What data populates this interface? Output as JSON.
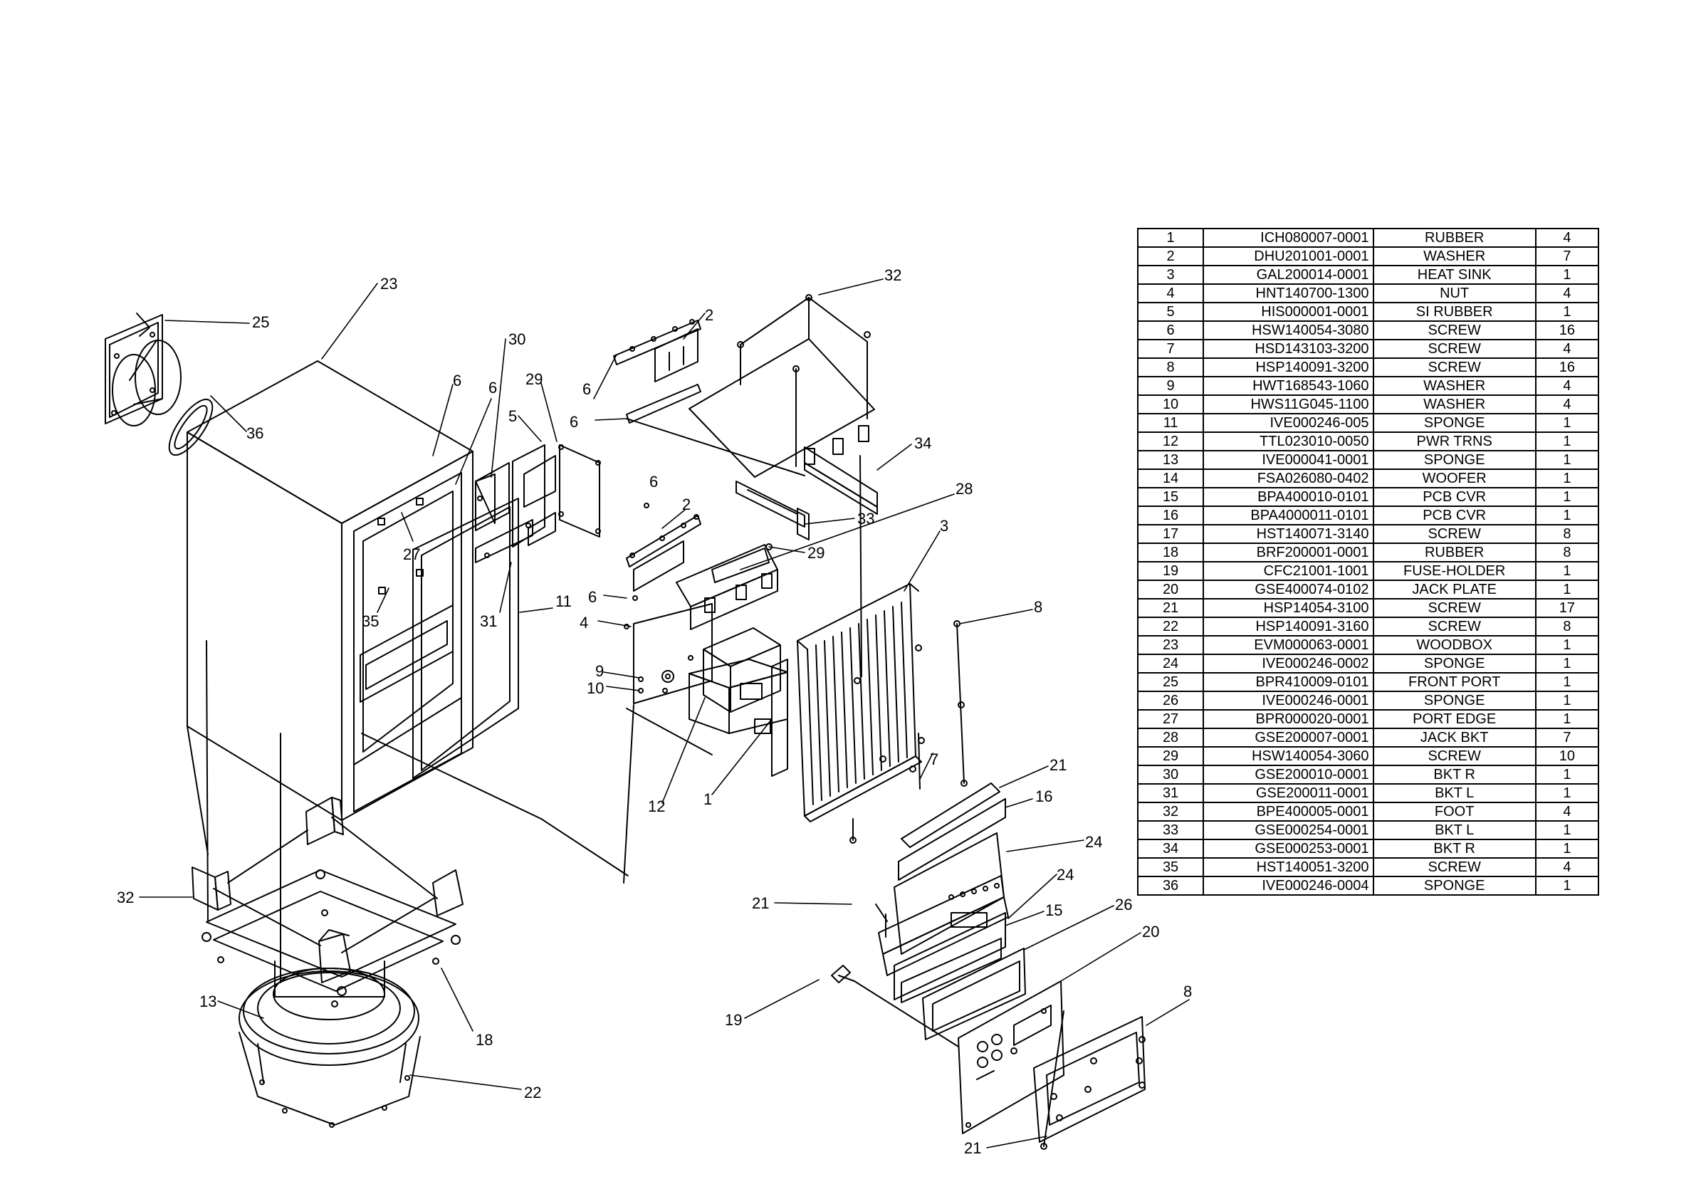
{
  "callouts": [
    {
      "id": "c23",
      "label": "23"
    },
    {
      "id": "c25",
      "label": "25"
    },
    {
      "id": "c36",
      "label": "36"
    },
    {
      "id": "c30",
      "label": "30"
    },
    {
      "id": "c6a",
      "label": "6"
    },
    {
      "id": "c6b",
      "label": "6"
    },
    {
      "id": "c29a",
      "label": "29"
    },
    {
      "id": "c5",
      "label": "5"
    },
    {
      "id": "c6c",
      "label": "6"
    },
    {
      "id": "c2a",
      "label": "2"
    },
    {
      "id": "c6d",
      "label": "6"
    },
    {
      "id": "c32a",
      "label": "32"
    },
    {
      "id": "c34",
      "label": "34"
    },
    {
      "id": "c6e",
      "label": "6"
    },
    {
      "id": "c2b",
      "label": "2"
    },
    {
      "id": "c33",
      "label": "33"
    },
    {
      "id": "c28",
      "label": "28"
    },
    {
      "id": "c29b",
      "label": "29"
    },
    {
      "id": "c3",
      "label": "3"
    },
    {
      "id": "c27",
      "label": "27"
    },
    {
      "id": "c35",
      "label": "35"
    },
    {
      "id": "c31",
      "label": "31"
    },
    {
      "id": "c11",
      "label": "11"
    },
    {
      "id": "c6f",
      "label": "6"
    },
    {
      "id": "c4",
      "label": "4"
    },
    {
      "id": "c9",
      "label": "9"
    },
    {
      "id": "c10",
      "label": "10"
    },
    {
      "id": "c8a",
      "label": "8"
    },
    {
      "id": "c7",
      "label": "7"
    },
    {
      "id": "c12",
      "label": "12"
    },
    {
      "id": "c1",
      "label": "1"
    },
    {
      "id": "c21a",
      "label": "21"
    },
    {
      "id": "c16",
      "label": "16"
    },
    {
      "id": "c24a",
      "label": "24"
    },
    {
      "id": "c24b",
      "label": "24"
    },
    {
      "id": "c21b",
      "label": "21"
    },
    {
      "id": "c15",
      "label": "15"
    },
    {
      "id": "c26",
      "label": "26"
    },
    {
      "id": "c20",
      "label": "20"
    },
    {
      "id": "c19",
      "label": "19"
    },
    {
      "id": "c8b",
      "label": "8"
    },
    {
      "id": "c21c",
      "label": "21"
    },
    {
      "id": "c32b",
      "label": "32"
    },
    {
      "id": "c13",
      "label": "13"
    },
    {
      "id": "c18",
      "label": "18"
    },
    {
      "id": "c22",
      "label": "22"
    }
  ],
  "bom": [
    {
      "no": "1",
      "part": "ICH080007-0001",
      "desc": "RUBBER",
      "qty": "4"
    },
    {
      "no": "2",
      "part": "DHU201001-0001",
      "desc": "WASHER",
      "qty": "7"
    },
    {
      "no": "3",
      "part": "GAL200014-0001",
      "desc": "HEAT SINK",
      "qty": "1"
    },
    {
      "no": "4",
      "part": "HNT140700-1300",
      "desc": "NUT",
      "qty": "4"
    },
    {
      "no": "5",
      "part": "HIS000001-0001",
      "desc": "SI RUBBER",
      "qty": "1"
    },
    {
      "no": "6",
      "part": "HSW140054-3080",
      "desc": "SCREW",
      "qty": "16"
    },
    {
      "no": "7",
      "part": "HSD143103-3200",
      "desc": "SCREW",
      "qty": "4"
    },
    {
      "no": "8",
      "part": "HSP140091-3200",
      "desc": "SCREW",
      "qty": "16"
    },
    {
      "no": "9",
      "part": "HWT168543-1060",
      "desc": "WASHER",
      "qty": "4"
    },
    {
      "no": "10",
      "part": "HWS11G045-1100",
      "desc": "WASHER",
      "qty": "4"
    },
    {
      "no": "11",
      "part": "IVE000246-005",
      "desc": "SPONGE",
      "qty": "1"
    },
    {
      "no": "12",
      "part": "TTL023010-0050",
      "desc": "PWR TRNS",
      "qty": "1"
    },
    {
      "no": "13",
      "part": "IVE000041-0001",
      "desc": "SPONGE",
      "qty": "1"
    },
    {
      "no": "14",
      "part": "FSA026080-0402",
      "desc": "WOOFER",
      "qty": "1"
    },
    {
      "no": "15",
      "part": "BPA400010-0101",
      "desc": "PCB CVR",
      "qty": "1"
    },
    {
      "no": "16",
      "part": "BPA4000011-0101",
      "desc": "PCB CVR",
      "qty": "1"
    },
    {
      "no": "17",
      "part": "HST140071-3140",
      "desc": "SCREW",
      "qty": "8"
    },
    {
      "no": "18",
      "part": "BRF200001-0001",
      "desc": "RUBBER",
      "qty": "8"
    },
    {
      "no": "19",
      "part": "CFC21001-1001",
      "desc": "FUSE-HOLDER",
      "qty": "1"
    },
    {
      "no": "20",
      "part": "GSE400074-0102",
      "desc": "JACK PLATE",
      "qty": "1"
    },
    {
      "no": "21",
      "part": "HSP14054-3100",
      "desc": "SCREW",
      "qty": "17"
    },
    {
      "no": "22",
      "part": "HSP140091-3160",
      "desc": "SCREW",
      "qty": "8"
    },
    {
      "no": "23",
      "part": "EVM000063-0001",
      "desc": "WOODBOX",
      "qty": "1"
    },
    {
      "no": "24",
      "part": "IVE000246-0002",
      "desc": "SPONGE",
      "qty": "1"
    },
    {
      "no": "25",
      "part": "BPR410009-0101",
      "desc": "FRONT PORT",
      "qty": "1"
    },
    {
      "no": "26",
      "part": "IVE000246-0001",
      "desc": "SPONGE",
      "qty": "1"
    },
    {
      "no": "27",
      "part": "BPR000020-0001",
      "desc": "PORT EDGE",
      "qty": "1"
    },
    {
      "no": "28",
      "part": "GSE200007-0001",
      "desc": "JACK BKT",
      "qty": "7"
    },
    {
      "no": "29",
      "part": "HSW140054-3060",
      "desc": "SCREW",
      "qty": "10"
    },
    {
      "no": "30",
      "part": "GSE200010-0001",
      "desc": "BKT R",
      "qty": "1"
    },
    {
      "no": "31",
      "part": "GSE200011-0001",
      "desc": "BKT L",
      "qty": "1"
    },
    {
      "no": "32",
      "part": "BPE400005-0001",
      "desc": "FOOT",
      "qty": "4"
    },
    {
      "no": "33",
      "part": "GSE000254-0001",
      "desc": "BKT L",
      "qty": "1"
    },
    {
      "no": "34",
      "part": "GSE000253-0001",
      "desc": "BKT R",
      "qty": "1"
    },
    {
      "no": "35",
      "part": "HST140051-3200",
      "desc": "SCREW",
      "qty": "4"
    },
    {
      "no": "36",
      "part": "IVE000246-0004",
      "desc": "SPONGE",
      "qty": "1"
    }
  ]
}
